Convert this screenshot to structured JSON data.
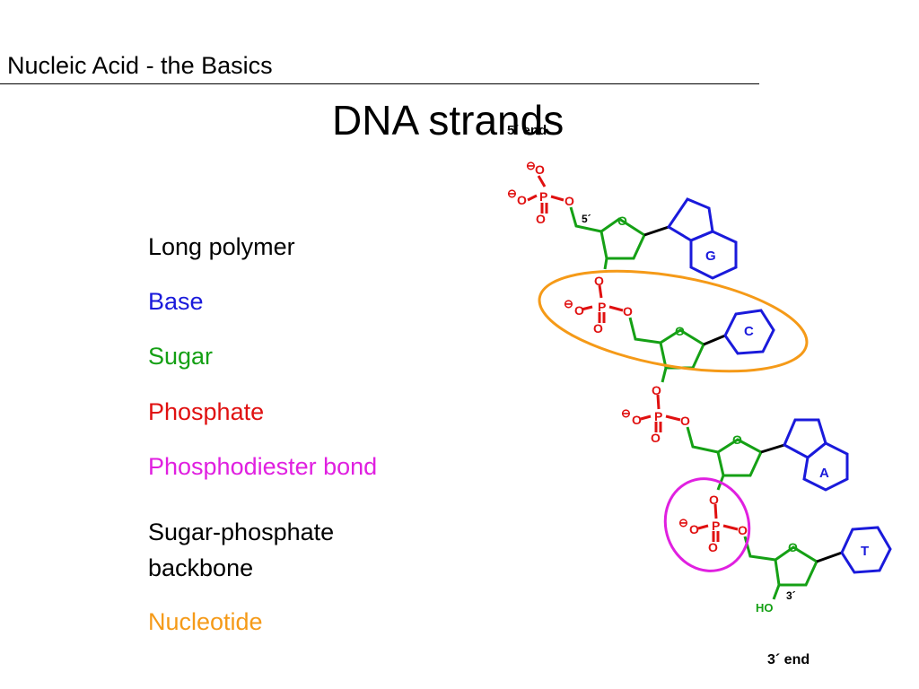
{
  "header": {
    "title": "Nucleic Acid - the Basics"
  },
  "slide": {
    "title": "DNA strands"
  },
  "terms": [
    {
      "label": "Long polymer",
      "color": "#000000"
    },
    {
      "label": "Base",
      "color": "#1a1adb"
    },
    {
      "label": "Sugar",
      "color": "#15a015"
    },
    {
      "label": "Phosphate",
      "color": "#e01010"
    },
    {
      "label": "Phosphodiester bond",
      "color": "#e020e0"
    },
    {
      "label": "Sugar-phosphate backbone",
      "color": "#000000"
    },
    {
      "label": "Nucleotide",
      "color": "#f59a18"
    }
  ],
  "diagram": {
    "end_5": "5´ end",
    "end_3": "3´ end",
    "five_prime": "5´",
    "three_prime": "3´",
    "hydroxyl": "HO",
    "oxygen": "O",
    "phosphorus": "P",
    "negative_charge": "⊖",
    "bases": [
      "G",
      "C",
      "A",
      "T"
    ],
    "colors": {
      "base": "#1a1adb",
      "sugar": "#15a015",
      "phosphate": "#e01010",
      "nucleotide_highlight": "#f59a18",
      "bond_highlight": "#e020e0"
    }
  }
}
